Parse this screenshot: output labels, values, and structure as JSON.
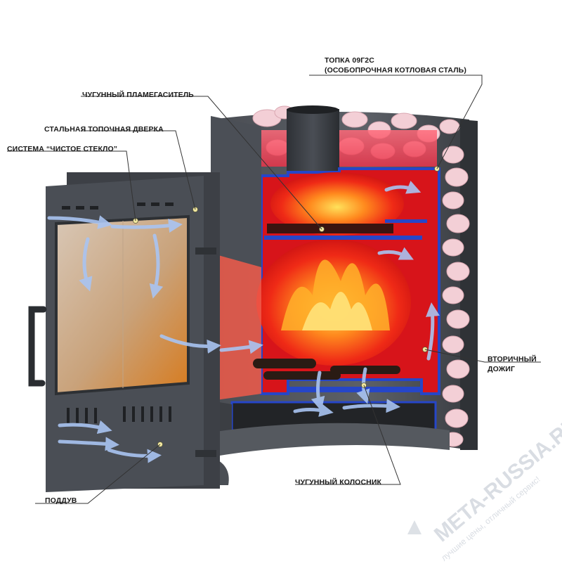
{
  "labels": {
    "firebox_line1": "ТОПКА 09Г2С",
    "firebox_line2": "(ОСОБОПРОЧНАЯ КОТЛОВАЯ СТАЛЬ)",
    "flame_arrester": "ЧУГУННЫЙ ПЛАМЕГАСИТЕЛЬ",
    "steel_door": "СТАЛЬНАЯ ТОПОЧНАЯ ДВЕРКА",
    "clean_glass": "СИСТЕМА “ЧИСТОЕ СТЕКЛО”",
    "secondary_burn_line1": "ВТОРИЧНЫЙ",
    "secondary_burn_line2": "ДОЖИГ",
    "grate": "ЧУГУННЫЙ КОЛОСНИК",
    "air_intake": "ПОДДУВ"
  },
  "watermark": {
    "brand": "META-RUSSIA.RU",
    "slogan": "лучшие цены, отличный сервис!"
  },
  "colors": {
    "fire_red": "#e0141b",
    "chamber_blue": "#2646c8",
    "steel": "#3a3d42",
    "stones": "#f2c9d0",
    "leader": "#333333"
  }
}
